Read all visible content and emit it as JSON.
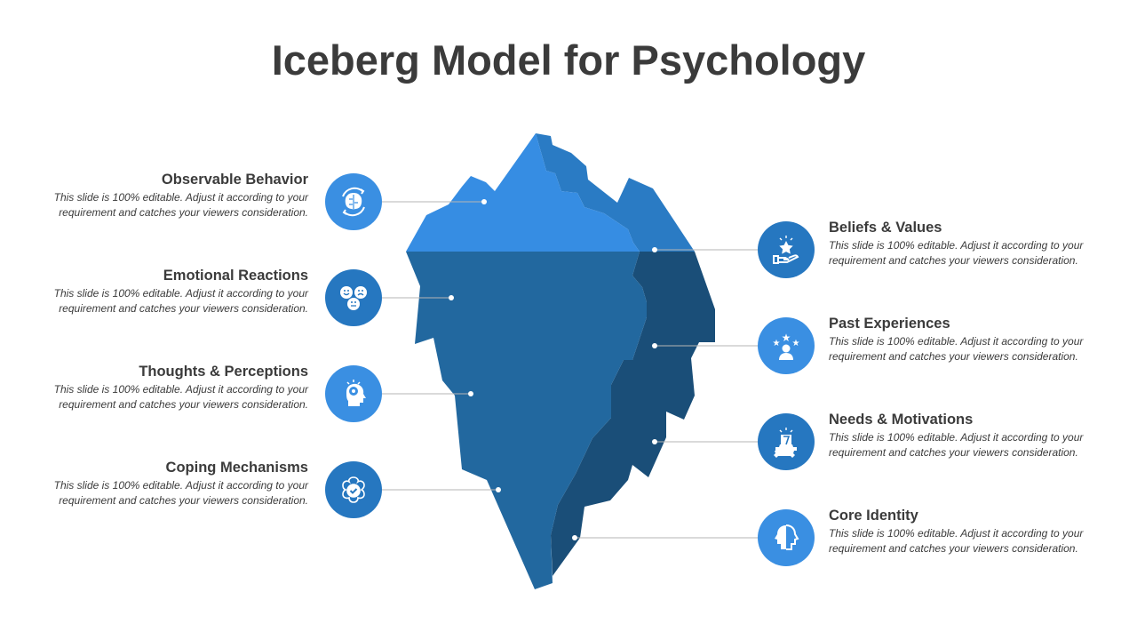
{
  "title": "Iceberg Model for Psychology",
  "colors": {
    "light": "#3a8fe2",
    "dark": "#2677c0",
    "tip": "#368de3",
    "tip_side": "#2a7bc4",
    "body": "#22689f",
    "body_side": "#1a4e78"
  },
  "left_items": [
    {
      "title": "Observable Behavior",
      "text": "This slide is 100% editable. Adjust it according to your requirement and catches your viewers consideration.",
      "icon": "brain-cycle-icon"
    },
    {
      "title": "Emotional Reactions",
      "text": "This slide is 100% editable. Adjust it according to your requirement and catches your viewers consideration.",
      "icon": "emotions-faces-icon"
    },
    {
      "title": "Thoughts & Perceptions",
      "text": "This slide is 100% editable. Adjust it according to your requirement and catches your viewers consideration.",
      "icon": "head-lightbulb-eye-icon"
    },
    {
      "title": "Coping Mechanisms",
      "text": "This slide is 100% editable. Adjust it according to your requirement and catches your viewers consideration.",
      "icon": "flower-check-icon"
    }
  ],
  "right_items": [
    {
      "title": "Beliefs & Values",
      "text": "This slide is 100% editable. Adjust it according to your requirement and catches your viewers consideration.",
      "icon": "hand-star-icon"
    },
    {
      "title": "Past Experiences",
      "text": "This slide is 100% editable. Adjust it according to your requirement and catches your viewers consideration.",
      "icon": "person-stars-icon"
    },
    {
      "title": "Needs & Motivations",
      "text": "This slide is 100% editable. Adjust it according to your requirement and catches your viewers consideration.",
      "icon": "fist-gear-icon"
    },
    {
      "title": "Core Identity",
      "text": "This slide is 100% editable. Adjust it according to your requirement and catches your viewers consideration.",
      "icon": "two-heads-icon"
    }
  ]
}
